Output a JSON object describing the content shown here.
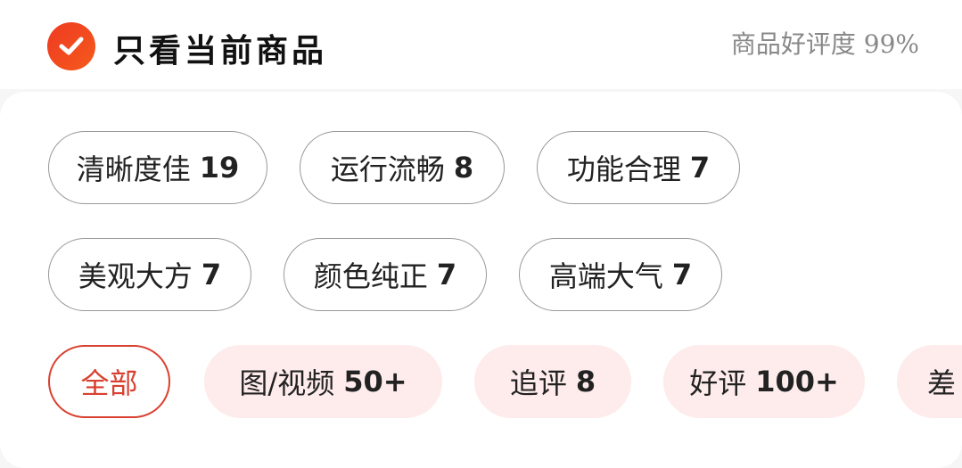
{
  "header": {
    "title": "只看当前商品",
    "rating_text": "商品好评度 99%",
    "checked": true,
    "accent": "#ef4423"
  },
  "tags": [
    {
      "label": "清晰度佳",
      "count": "19"
    },
    {
      "label": "运行流畅",
      "count": "8"
    },
    {
      "label": "功能合理",
      "count": "7"
    },
    {
      "label": "美观大方",
      "count": "7"
    },
    {
      "label": "颜色纯正",
      "count": "7"
    },
    {
      "label": "高端大气",
      "count": "7"
    }
  ],
  "filters": [
    {
      "label": "全部",
      "count": "",
      "active": true
    },
    {
      "label": "图/视频",
      "count": "50+"
    },
    {
      "label": "追评",
      "count": "8"
    },
    {
      "label": "好评",
      "count": "100+"
    },
    {
      "label": "差",
      "count": ""
    }
  ]
}
